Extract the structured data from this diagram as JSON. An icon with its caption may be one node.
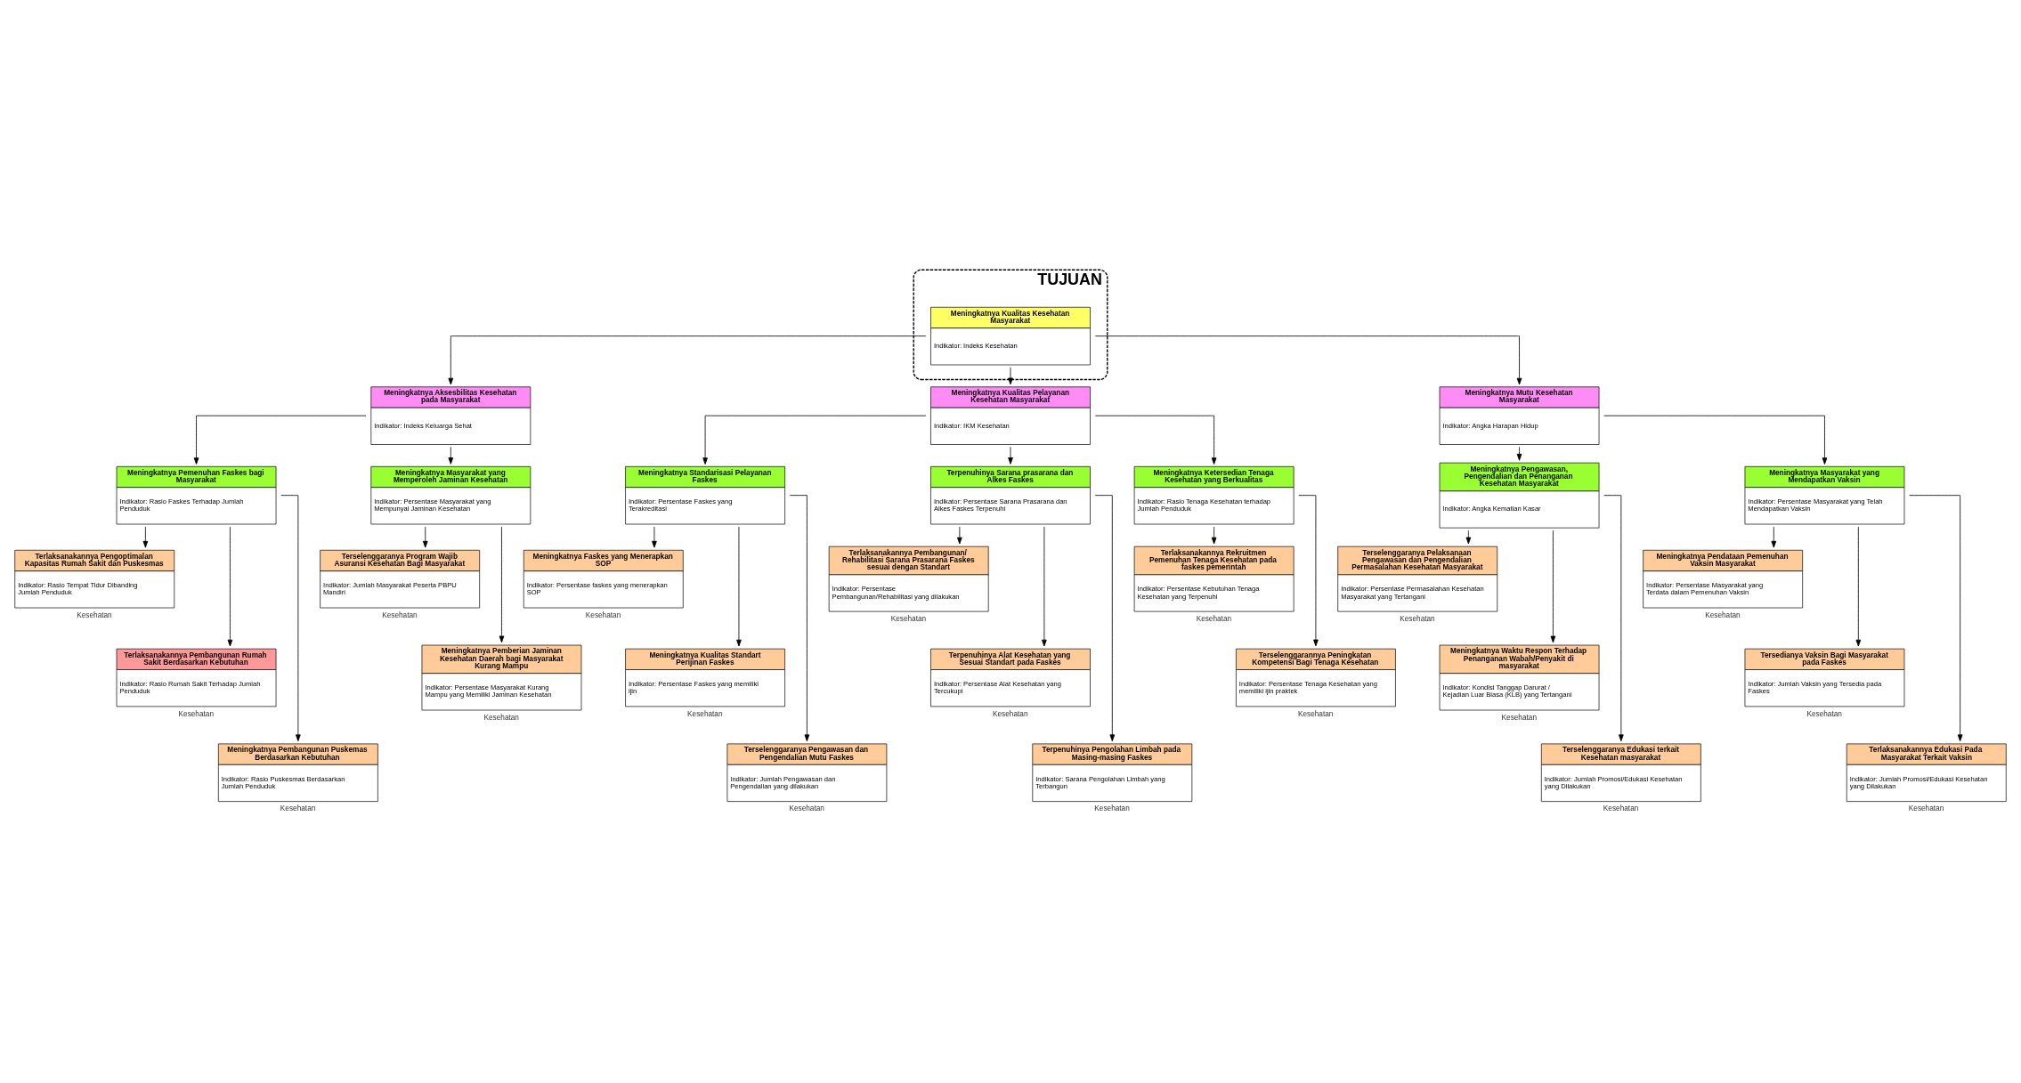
{
  "diagram": {
    "nodes": [
      {
        "text": [
          "TUJUAN"
        ]
      },
      {
        "text": [
          "Meningkatnya Kualitas Kesehatan Masyarakat",
          "Indikator: Indeks Kesehatan"
        ],
        "in": 0
      },
      {
        "text": [
          "Meningkatnya Aksesbilitas Kesehatan pada Masyarakat",
          "Indikator: Indeks Keluarga Sehat"
        ]
      },
      {
        "text": [
          "Meningkatnya Kualitas Pelayanan Kesehatan Masyarakat",
          "Indikator: IKM Kesehatan"
        ]
      },
      {
        "text": [
          "Meningkatnya Mutu Kesehatan Masyarakat",
          "Indikator: Angka Harapan Hidup"
        ]
      },
      {
        "text": [
          "Meningkatnya Pemenuhan Faskes bagi Masyarakat",
          "Indikator: Rasio Faskes Terhadap Jumlah Penduduk"
        ]
      },
      {
        "text": [
          "Meningkatnya Masyarakat yang Memperoleh Jaminan Kesehatan",
          "Indikator: Persentase Masyarakat yang Mempunyai Jaminan Kesehatan"
        ]
      },
      {
        "text": [
          "Meningkatnya Standarisasi Pelayanan Faskes",
          "Indikator: Persentase Faskes yang Terakreditasi"
        ]
      },
      {
        "text": [
          "Terpenuhinya Sarana prasarana dan Alkes Faskes",
          "Indikator: Persentase Sarana Prasarana dan Alkes Faskes Terpenuhi"
        ]
      },
      {
        "text": [
          "Meningkatnya Ketersedian Tenaga Kesehatan yang Berkualitas",
          "Indikator: Rasio Tenaga Kesehatan terhadap Jumlah Penduduk"
        ]
      },
      {
        "text": [
          "Meningkatnya Pengawasan, Pengendalian dan Penanganan Kesehatan Masyarakat",
          "Indikator: Angka Kematian Kasar"
        ]
      },
      {
        "text": [
          "Meningkatnya Masyarakat yang Mendapatkan Vaksin",
          "Indikator: Persentase Masyarakat yang Telah Mendapatkan Vaksin"
        ]
      },
      {
        "text": [
          "Terlaksanakannya Pengoptimalan Kapasitas Rumah Sakit dan Puskesmas",
          "Indikator: Rasio Tempat Tidur Dibanding Jumlah Penduduk"
        ],
        "beside": [
          "Kesehatan"
        ]
      },
      {
        "text": [
          "Terselenggaranya Program Wajib Asuransi Kesehatan Bagi Masyarakat",
          "Indikator: Jumlah Masyarakat Peserta PBPU Mandiri"
        ],
        "beside": [
          "Kesehatan"
        ]
      },
      {
        "text": [
          "Meningkatnya Faskes yang Menerapkan SOP",
          "Indikator: Persentase faskes yang menerapkan SOP"
        ],
        "beside": [
          "Kesehatan"
        ]
      },
      {
        "text": [
          "Terlaksanakannya Pembangunan/ Rehabilitasi Sarana Prasarana Faskes sesuai dengan Standart",
          "Indikator: Persentase Pembangunan/Rehabilitasi yang dilakukan"
        ],
        "beside": [
          "Kesehatan"
        ]
      },
      {
        "text": [
          "Terlaksanakannya Rekruitmen Pemenuhan Tenaga Kesehatan pada faskes pemerintah",
          "Indikator: Persentase Kebutuhan Tenaga Kesehatan yang Terpenuhi"
        ],
        "beside": [
          "Kesehatan"
        ]
      },
      {
        "text": [
          "Terselenggaranya Pelaksanaan Pengawasan dan Pengendalian Permasalahan Kesehatan Masyarakat",
          "Indikator: Persentase Permasalahan Kesehatan Masyarakat yang Tertangani"
        ],
        "beside": [
          "Kesehatan"
        ]
      },
      {
        "text": [
          "Meningkatnya Pendataan Pemenuhan Vaksin Masyarakat",
          "Indikator: Persentase Masyarakat yang Terdata dalam Pemenuhan Vaksin"
        ],
        "beside": [
          "Kesehatan"
        ]
      },
      {
        "text": [
          "Terlaksanakannya Pembangunan Rumah Sakit Berdasarkan Kebutuhan",
          "Indikator: Rasio Rumah Sakit Terhadap Jumlah Penduduk"
        ],
        "beside": [
          "Kesehatan"
        ]
      },
      {
        "text": [
          "Meningkatnya Pemberian Jaminan Kesehatan Daerah bagi Masyarakat Kurang Mampu",
          "Indikator: Persentase Masyarakat Kurang Mampu yang Memiliki Jaminan Kesehatan"
        ],
        "beside": [
          "Kesehatan"
        ]
      },
      {
        "text": [
          "Meningkatnya Kualitas Standart Perijinan Faskes",
          "Indikator: Persentase Faskes yang memiliki ijin"
        ],
        "beside": [
          "Kesehatan"
        ]
      },
      {
        "text": [
          "Terpenuhinya Alat Kesehatan yang Sesuai Standart pada Faskes",
          "Indikator: Persentase Alat Kesehatan yang Tercukupi"
        ],
        "beside": [
          "Kesehatan"
        ]
      },
      {
        "text": [
          "Terselenggarannya Peningkatan Kompetensi Bagi Tenaga Kesehatan",
          "Indikator: Persentase Tenaga Kesehatan yang memiliki ijin praktek"
        ],
        "beside": [
          "Kesehatan"
        ]
      },
      {
        "text": [
          "Meningkatnya Waktu Respon Terhadap Penanganan Wabah/Penyakit di masyarakat",
          "Indikator: Kondisi Tanggap Darurat / Kejadian Luar Biasa (KLB) yang Tertangani"
        ],
        "beside": [
          "Kesehatan"
        ]
      },
      {
        "text": [
          "Tersedianya Vaksin Bagi Masyarakat pada Faskes",
          "Indikator: Jumlah Vaksin yang Tersedia pada Faskes"
        ],
        "beside": [
          "Kesehatan"
        ]
      },
      {
        "text": [
          "Meningkatnya Pembangunan Puskemas Berdasarkan Kebutuhan",
          "Indikator: Rasio Puskesmas Berdasarkan Jumlah Penduduk"
        ],
        "beside": [
          "Kesehatan"
        ]
      },
      {
        "text": [
          "Terselenggaranya Pengawasan dan Pengendalian Mutu Faskes",
          "Indikator: Jumlah Pengawasan dan Pengendalian yang dilakukan"
        ],
        "beside": [
          "Kesehatan"
        ]
      },
      {
        "text": [
          "Terpenuhinya Pengolahan Limbah pada Masing-masing Faskes",
          "Indikator: Sarana Pengolahan Limbah yang Terbangun"
        ],
        "beside": [
          "Kesehatan"
        ]
      },
      {
        "text": [
          "Terselenggaranya Edukasi terkait Kesehatan masyarakat",
          "Indikator: Jumlah Promosi/Edukasi Kesehatan yang Dilakukan"
        ],
        "beside": [
          "Kesehatan"
        ]
      },
      {
        "text": [
          "Terlaksanakannya Edukasi Pada Masyarakat Terkait Vaksin",
          "Indikator: Jumlah Promosi/Edukasi Kesehatan yang Dilakukan"
        ],
        "beside": [
          "Kesehatan"
        ]
      }
    ],
    "edges": [
      {
        "from": 1,
        "to": 2,
        "arrow": "to"
      },
      {
        "from": 1,
        "to": 3,
        "arrow": "to"
      },
      {
        "from": 1,
        "to": 4,
        "arrow": "to"
      },
      {
        "from": 2,
        "to": 5,
        "arrow": "to"
      },
      {
        "from": 2,
        "to": 6,
        "arrow": "to"
      },
      {
        "from": 3,
        "to": 7,
        "arrow": "to"
      },
      {
        "from": 3,
        "to": 8,
        "arrow": "to"
      },
      {
        "from": 3,
        "to": 9,
        "arrow": "to"
      },
      {
        "from": 4,
        "to": 10,
        "arrow": "to"
      },
      {
        "from": 4,
        "to": 11,
        "arrow": "to"
      },
      {
        "from": 5,
        "to": 12,
        "arrow": "to"
      },
      {
        "from": 5,
        "to": 19,
        "arrow": "to"
      },
      {
        "from": 5,
        "to": 26,
        "arrow": "to"
      },
      {
        "from": 6,
        "to": 13,
        "arrow": "to"
      },
      {
        "from": 6,
        "to": 20,
        "arrow": "to"
      },
      {
        "from": 7,
        "to": 14,
        "arrow": "to"
      },
      {
        "from": 7,
        "to": 21,
        "arrow": "to"
      },
      {
        "from": 7,
        "to": 27,
        "arrow": "to"
      },
      {
        "from": 8,
        "to": 15,
        "arrow": "to"
      },
      {
        "from": 8,
        "to": 22,
        "arrow": "to"
      },
      {
        "from": 8,
        "to": 28,
        "arrow": "to"
      },
      {
        "from": 9,
        "to": 16,
        "arrow": "to"
      },
      {
        "from": 9,
        "to": 23,
        "arrow": "to"
      },
      {
        "from": 10,
        "to": 17,
        "arrow": "to"
      },
      {
        "from": 10,
        "to": 24,
        "arrow": "to"
      },
      {
        "from": 10,
        "to": 29,
        "arrow": "to"
      },
      {
        "from": 11,
        "to": 18,
        "arrow": "to"
      },
      {
        "from": 11,
        "to": 25,
        "arrow": "to"
      },
      {
        "from": 11,
        "to": 30,
        "arrow": "to"
      }
    ]
  }
}
